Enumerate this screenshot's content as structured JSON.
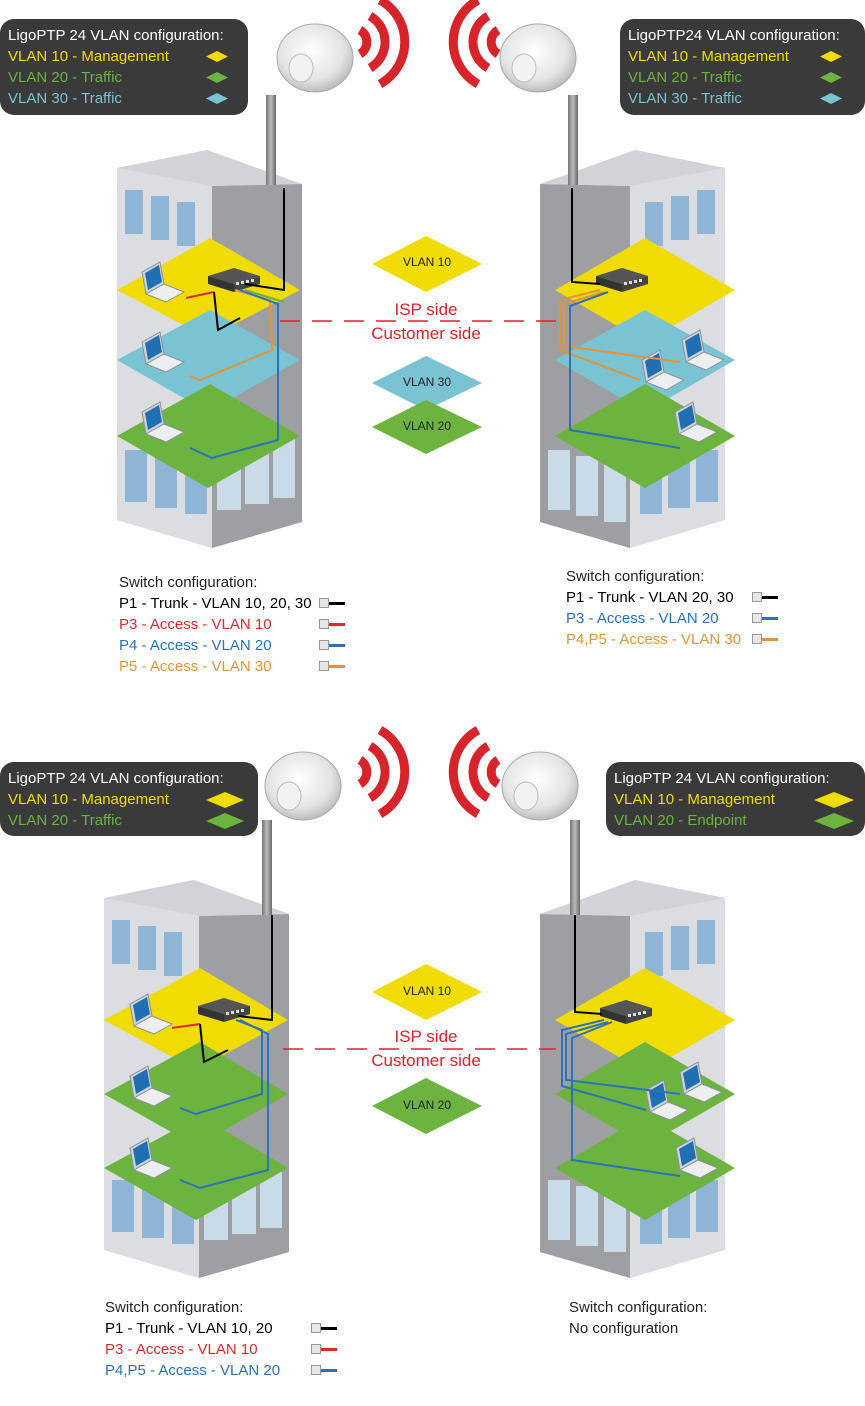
{
  "colors": {
    "management": "#f0dc00",
    "traffic": "#6db33f",
    "vlan30": "#7ac3d3",
    "trunk": "#000000",
    "access10": "#d62c2c",
    "access20": "#2c72b8",
    "access30": "#e0953a",
    "signal": "#d7242a",
    "box": "#3a3a3a"
  },
  "top": {
    "left_box": {
      "title": "LigoPTP 24 VLAN configuration:",
      "rows": [
        {
          "label": "VLAN 10 - Management",
          "color": "#f0dc00"
        },
        {
          "label": "VLAN 20 - Traffic",
          "color": "#6db33f"
        },
        {
          "label": "VLAN 30 - Traffic",
          "color": "#7ac3d3"
        }
      ]
    },
    "right_box": {
      "title": "LigoPTP24 VLAN configuration:",
      "rows": [
        {
          "label": "VLAN 10 - Management",
          "color": "#f0dc00"
        },
        {
          "label": "VLAN 20 - Traffic",
          "color": "#6db33f"
        },
        {
          "label": "VLAN 30 - Traffic",
          "color": "#7ac3d3"
        }
      ]
    },
    "center": {
      "vlan10": "VLAN 10",
      "vlan30": "VLAN 30",
      "vlan20": "VLAN 20",
      "isp": "ISP side",
      "customer": "Customer side"
    },
    "left_switch": {
      "title": "Switch configuration:",
      "rows": [
        {
          "label": "P1 - Trunk - VLAN 10, 20, 30",
          "color": "#000000"
        },
        {
          "label": "P3 - Access - VLAN 10",
          "color": "#d62c2c"
        },
        {
          "label": "P4 - Access - VLAN 20",
          "color": "#2c72b8"
        },
        {
          "label": "P5 - Access - VLAN 30",
          "color": "#e0953a"
        }
      ]
    },
    "right_switch": {
      "title": "Switch configuration:",
      "rows": [
        {
          "label": "P1 - Trunk - VLAN 20, 30",
          "color": "#000000"
        },
        {
          "label": "P3 - Access - VLAN 20",
          "color": "#2c72b8"
        },
        {
          "label": "P4,P5 - Access - VLAN 30",
          "color": "#e0953a"
        }
      ]
    }
  },
  "bottom": {
    "left_box": {
      "title": "LigoPTP 24 VLAN configuration:",
      "rows": [
        {
          "label": "VLAN 10 - Management",
          "color": "#f0dc00"
        },
        {
          "label": "VLAN 20 - Traffic",
          "color": "#6db33f"
        }
      ]
    },
    "right_box": {
      "title": "LigoPTP 24 VLAN configuration:",
      "rows": [
        {
          "label": "VLAN 10 - Management",
          "color": "#f0dc00"
        },
        {
          "label": "VLAN 20 - Endpoint",
          "color": "#6db33f"
        }
      ]
    },
    "center": {
      "vlan10": "VLAN 10",
      "vlan20": "VLAN 20",
      "isp": "ISP side",
      "customer": "Customer side"
    },
    "left_switch": {
      "title": "Switch configuration:",
      "rows": [
        {
          "label": "P1 - Trunk - VLAN 10, 20",
          "color": "#000000"
        },
        {
          "label": "P3 - Access - VLAN 10",
          "color": "#d62c2c"
        },
        {
          "label": "P4,P5 - Access - VLAN 20",
          "color": "#2c72b8"
        }
      ]
    },
    "right_switch": {
      "title": "Switch configuration:",
      "note": "No configuration"
    }
  }
}
